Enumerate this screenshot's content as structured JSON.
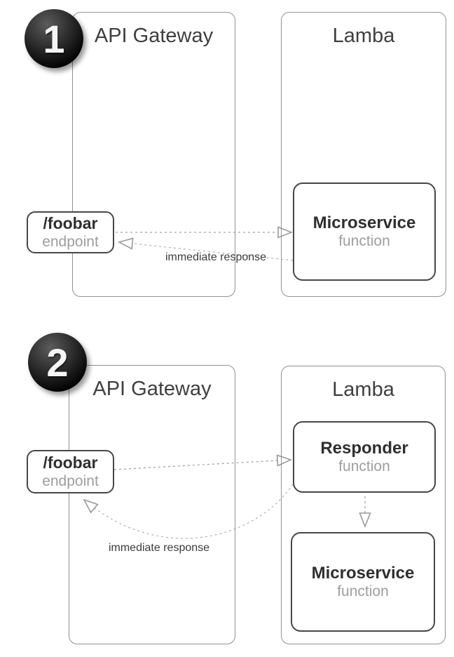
{
  "diagram": {
    "colors": {
      "container_border": "#919191",
      "node_border": "#474747",
      "title_text": "#3f3f3f",
      "name_text": "#2f2f2f",
      "sub_text": "#9e9e9e",
      "arrow": "#a3a3a3",
      "label_text": "#3c3c3c",
      "badge_text": "#f5f5f5",
      "bg": "#ffffff"
    },
    "panels": [
      {
        "badge": "1",
        "api_gateway": {
          "title": "API Gateway",
          "endpoint": {
            "name": "/foobar",
            "sub": "endpoint"
          }
        },
        "lambda": {
          "title": "Lamba",
          "microservice": {
            "name": "Microservice",
            "sub": "function"
          }
        },
        "arrows": {
          "response_label": "immediate response"
        }
      },
      {
        "badge": "2",
        "api_gateway": {
          "title": "API Gateway",
          "endpoint": {
            "name": "/foobar",
            "sub": "endpoint"
          }
        },
        "lambda": {
          "title": "Lamba",
          "responder": {
            "name": "Responder",
            "sub": "function"
          },
          "microservice": {
            "name": "Microservice",
            "sub": "function"
          }
        },
        "arrows": {
          "response_label": "immediate response"
        }
      }
    ]
  }
}
